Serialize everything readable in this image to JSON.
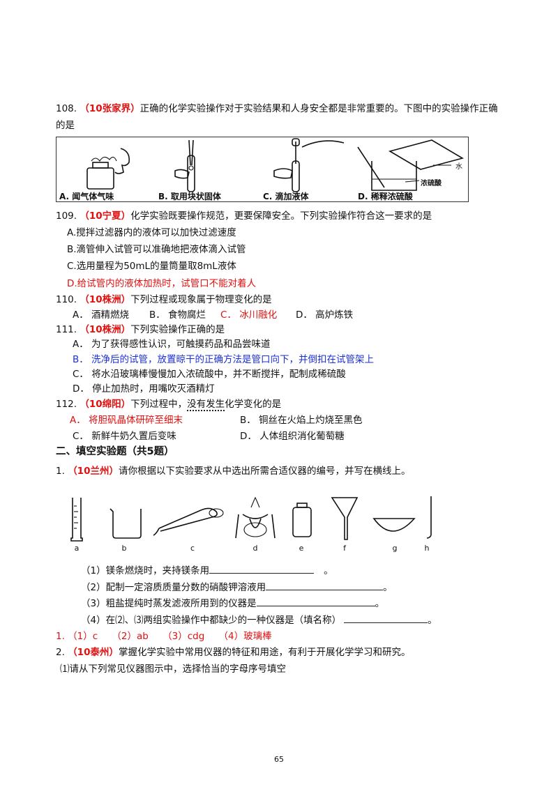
{
  "q108": {
    "num": "108.",
    "tag": "（10张家界）",
    "text": "正确的化学实验操作对于实验结果和人身安全都是非常重要的。下图中的实验操作正确",
    "text2": "的是",
    "captions": [
      "A. 闻气体气味",
      "B. 取用块状固体",
      "C. 滴加液体",
      "D. 稀释浓硫酸"
    ],
    "figure_labels": {
      "water": "水",
      "acid": "浓硫酸"
    }
  },
  "q109": {
    "num": "109.",
    "tag": "（10宁夏）",
    "text": "化学实验既要操作规范，更要保障安全。下列实验操作符合这一要求的是",
    "options": [
      "A.搅拌过滤器内的液体可以加快过滤速度",
      "B.滴管伸入试管可以准确地把液体滴入试管",
      "C.选用量程为50mL的量筒量取8mL液体",
      "D.给试管内的液体加热时，试管口不能对着人"
    ]
  },
  "q110": {
    "num": "110.",
    "tag": "（10株洲）",
    "text": "下列过程或现象属于物理变化的是",
    "options": [
      "A． 酒精燃烧",
      "B． 食物腐烂",
      "C． 冰川融化",
      "D． 高炉炼铁"
    ]
  },
  "q111": {
    "num": "111.",
    "tag": "（10株洲）",
    "text": "下列实验操作正确的是",
    "options": [
      "A． 为了获得感性认识，可触摸药品和品尝味道",
      "B． 洗净后的试管，放置晾干的正确方法是管口向下，并倒扣在试管架上",
      "C． 将水沿玻璃棒慢慢加入浓硫酸中，并不断搅拌，配制成稀硫酸",
      "D． 停止加热时，用嘴吹灭酒精灯"
    ]
  },
  "q112": {
    "num": "112.",
    "tag": "（10绵阳）",
    "text_a": "下列过程中，",
    "text_dotted": "没有发生",
    "text_b": "化学变化的是",
    "options": [
      "A． 将胆矾晶体研碎至细末",
      "B． 铜丝在火焰上灼烧至黑色",
      "C． 新鲜牛奶久置后变味",
      "D． 人体组织消化葡萄糖"
    ]
  },
  "section2": {
    "title": "二、填空实验题（共5题）"
  },
  "f1": {
    "num": "1.",
    "tag": "（10兰州）",
    "text": "请你根据以下实验要求从中选出所需合适仪器的编号，并写在横线上。",
    "labels": [
      "a",
      "b",
      "c",
      "d",
      "e",
      "f",
      "g",
      "h"
    ],
    "items": [
      {
        "lead": "（1）镁条燃烧时，夹持镁条用",
        "tail": "。"
      },
      {
        "lead": "（2）配制一定溶质质量分数的硝酸钾溶液用",
        "tail": "。"
      },
      {
        "lead": "（3）粗盐提纯时蒸发滤液所用到的仪器是",
        "tail": "。"
      },
      {
        "lead": "（4）在⑵、⑶两组实验操作中都缺少的一种仪器是（填名称）",
        "tail": "。"
      }
    ],
    "answer": "1. （1）c　　（2）ab　　（3）cdg　　（4）玻璃棒"
  },
  "f2": {
    "num": "2.",
    "tag": "（10泰州）",
    "text": "掌握化学实验中常用仪器的特征和用途，有利于开展化学学习和研究。",
    "sub": "⑴请从下列常见仪器图示中，选择恰当的字母序号填空"
  },
  "page_number": "65"
}
